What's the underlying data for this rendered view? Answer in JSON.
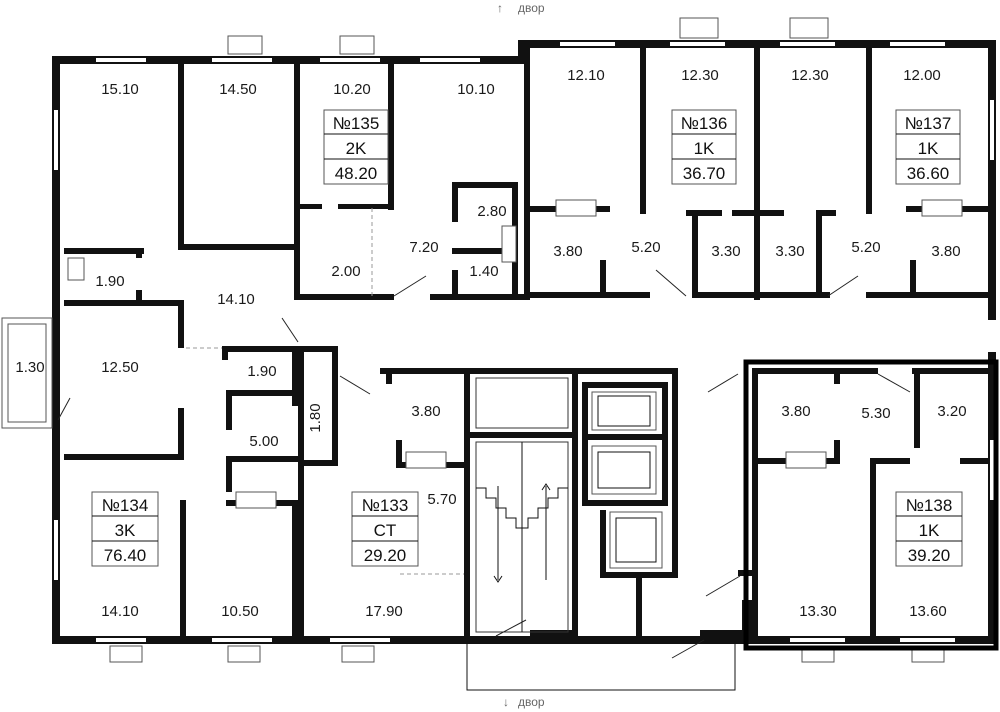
{
  "yard_labels": {
    "top": "двор",
    "bottom": "двор",
    "arrow_up": "↑",
    "arrow_down": "↓"
  },
  "apartments": [
    {
      "id": "135",
      "number": "№135",
      "type": "2K",
      "area": "48.20"
    },
    {
      "id": "136",
      "number": "№136",
      "type": "1K",
      "area": "36.70"
    },
    {
      "id": "137",
      "number": "№137",
      "type": "1K",
      "area": "36.60"
    },
    {
      "id": "134",
      "number": "№134",
      "type": "3K",
      "area": "76.40"
    },
    {
      "id": "133",
      "number": "№133",
      "type": "CT",
      "area": "29.20"
    },
    {
      "id": "138",
      "number": "№138",
      "type": "1K",
      "area": "39.20"
    }
  ],
  "highlighted_apartment": "138",
  "room_areas": [
    "15.10",
    "14.50",
    "10.20",
    "10.10",
    "12.10",
    "12.30",
    "12.30",
    "12.00",
    "2.80",
    "3.80",
    "5.20",
    "3.30",
    "3.30",
    "5.20",
    "3.80",
    "7.20",
    "2.00",
    "1.40",
    "1.90",
    "14.10",
    "1.30",
    "12.50",
    "1.90",
    "1.80",
    "3.80",
    "5.00",
    "5.70",
    "3.80",
    "5.30",
    "3.20",
    "14.10",
    "10.50",
    "17.90",
    "13.30",
    "13.60"
  ],
  "colors": {
    "walls": "#111111",
    "highlight_frame": "#000000",
    "dashed": "#999999"
  }
}
